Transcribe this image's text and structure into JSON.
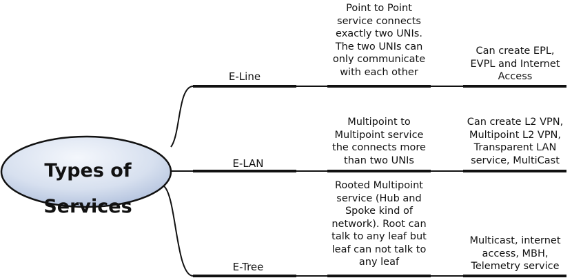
{
  "root": {
    "title": "Types of Services"
  },
  "branches": [
    {
      "name": "E-Line",
      "description": "Point to Point\nservice connects\nexactly two UNIs.\nThe two UNIs can\nonly communicate\nwith each other",
      "detail": "Can create EPL,\nEVPL and Internet\nAccess"
    },
    {
      "name": "E-LAN",
      "description": "Multipoint to\nMultipoint service\nthe connects more\nthan two UNIs",
      "detail": "Can create L2 VPN,\nMultipoint L2 VPN,\nTransparent LAN\nservice, MultiCast"
    },
    {
      "name": "E-Tree",
      "description": "Rooted Multipoint\nservice (Hub and\nSpoke kind of\nnetwork). Root can\ntalk to any leaf but\nleaf can not talk to\nany leaf",
      "detail": "Multicast, internet\naccess, MBH,\nTelemetry service"
    }
  ],
  "colors": {
    "root_fill_light": "#f2f5fb",
    "root_fill_dark": "#b7c6e0",
    "line": "#111111"
  }
}
